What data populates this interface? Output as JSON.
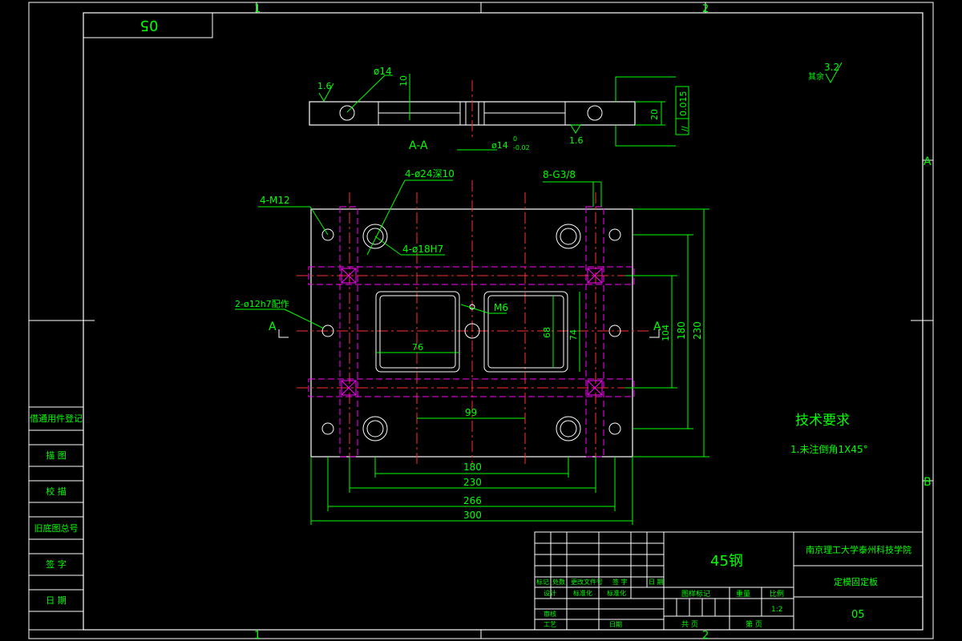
{
  "frame": {
    "top_zone_1": "1",
    "top_zone_2": "2",
    "bottom_zone_1": "1",
    "bottom_zone_2": "2",
    "right_zone_a": "A",
    "right_zone_b": "B",
    "corner_number": "05"
  },
  "section_view": {
    "label": "A-A",
    "dim_hole_diameter": "ø14",
    "dim_depth": "10",
    "dim_thickness": "20",
    "dim_bore": "ø14",
    "dim_bore_tol_upper": "0",
    "dim_bore_tol_lower": "-0.02",
    "roughness_left": "1.6",
    "roughness_right": "1.6",
    "tolerance_symbol": "//",
    "tolerance_value": "0.015",
    "remaining_roughness_label": "其余",
    "remaining_roughness_value": "3.2"
  },
  "plan_view": {
    "callouts": {
      "m12": "4-M12",
      "counterbore": "4-ø24深10",
      "g38": "8-G3/8",
      "h7": "4-ø18H7",
      "pins": "2-ø12h7配作",
      "m6": "M6",
      "section_left": "A",
      "section_right": "A"
    },
    "dims": {
      "d76": "76",
      "d68": "68",
      "d74": "74",
      "d104": "104",
      "d180v": "180",
      "d230v": "230",
      "d99": "99",
      "d180h": "180",
      "d230h": "230",
      "d266": "266",
      "d300": "300"
    }
  },
  "tech_requirements": {
    "title": "技术要求",
    "item1": "1.未注倒角1X45°"
  },
  "left_panel": {
    "cells": [
      "借通用件登记",
      "描 图",
      "校 描",
      "旧底图总号",
      "签 字",
      "日 期"
    ]
  },
  "title_block": {
    "material": "45钢",
    "school": "南京理工大学泰州科技学院",
    "part_name": "定模固定板",
    "drawing_no": "05",
    "scale_header": "比例",
    "scale": "1:2",
    "stage_mark_header": "图样标记",
    "weight_header": "重量",
    "total_label": "共 页",
    "sheet_label": "第 页",
    "rev_mark": "标记",
    "rev_count": "处数",
    "rev_doc": "更改文件号",
    "rev_sign": "签 字",
    "rev_date": "日 期",
    "designer": "设计",
    "standardization": "标准化",
    "checker": "审核",
    "process": "工艺",
    "approve": "日期",
    "dispatch": "标准化"
  }
}
